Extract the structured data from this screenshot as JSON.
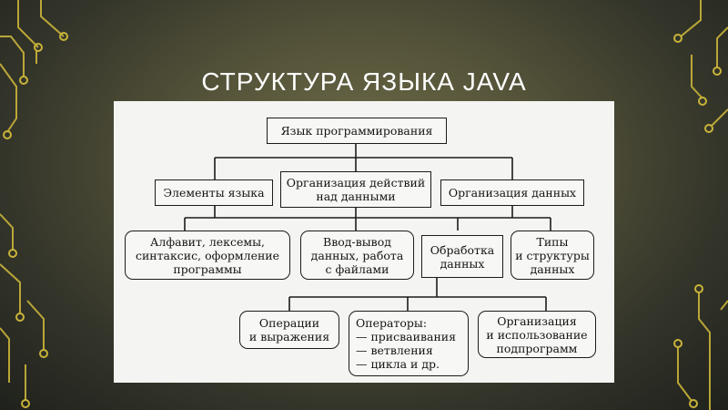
{
  "slide": {
    "title": "СТРУКТУРА ЯЗЫКА JAVA"
  },
  "diagram": {
    "root": "Язык программирования",
    "level1": {
      "elements": "Элементы языка",
      "actions": "Организация действий\nнад данными",
      "data_org": "Организация данных"
    },
    "level2": {
      "alphabet": "Алфавит, лексемы,\nсинтаксис, оформление\nпрограммы",
      "io": "Ввод-вывод\nданных, работа\nс файлами",
      "processing": "Обработка\nданных",
      "types": "Типы\nи структуры\nданных"
    },
    "level3": {
      "ops": "Операции\nи выражения",
      "statements": "Операторы:\n— присваивания\n— ветвления\n— цикла и др.",
      "subprograms": "Организация\nи использование\nподпрограмм"
    }
  },
  "colors": {
    "circuit": "#c9b43a",
    "title": "#ffffff"
  }
}
